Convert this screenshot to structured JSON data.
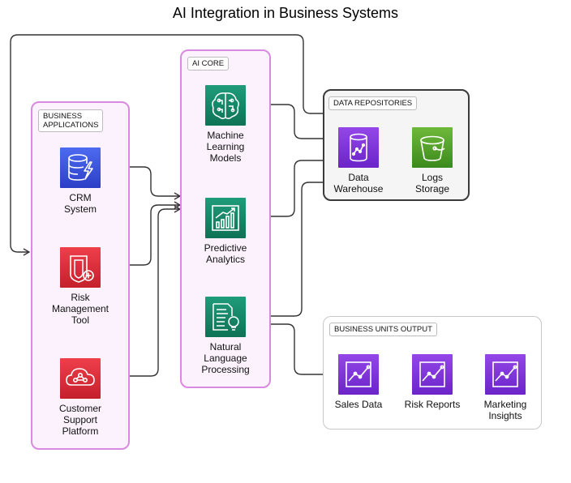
{
  "title": "AI Integration in Business Systems",
  "groups": {
    "business_applications": "BUSINESS\nAPPLICATIONS",
    "ai_core": "AI CORE",
    "data_repositories": "DATA REPOSITORIES",
    "business_units_output": "BUSINESS UNITS OUTPUT"
  },
  "nodes": {
    "crm": "CRM\nSystem",
    "risk_tool": "Risk\nManagement\nTool",
    "support": "Customer\nSupport\nPlatform",
    "ml": "Machine\nLearning\nModels",
    "predictive": "Predictive\nAnalytics",
    "nlp": "Natural\nLanguage\nProcessing",
    "warehouse": "Data\nWarehouse",
    "logs": "Logs\nStorage",
    "sales": "Sales Data",
    "risk_reports": "Risk Reports",
    "marketing": "Marketing\nInsights"
  },
  "icons": {
    "crm": "database-lightning-icon",
    "risk_tool": "shield-plus-icon",
    "support": "cloud-network-icon",
    "ml": "brain-circuit-icon",
    "predictive": "chart-growth-icon",
    "nlp": "document-bulb-icon",
    "warehouse": "cylinder-chart-icon",
    "logs": "bucket-icon",
    "sales": "line-chart-icon",
    "risk_reports": "line-chart-icon",
    "marketing": "line-chart-icon"
  },
  "colors": {
    "business_group_border": "#d98ae0",
    "business_group_fill": "#fcf2fd",
    "repo_group_border": "#3b3b3b",
    "output_group_border": "#c8c8c8",
    "red_icon": "#e0333f",
    "blue_icon": "#3a55e0",
    "teal_icon": "#168a69",
    "green_icon": "#5aa82e",
    "purple_icon": "#8038de",
    "connector": "#333333"
  }
}
